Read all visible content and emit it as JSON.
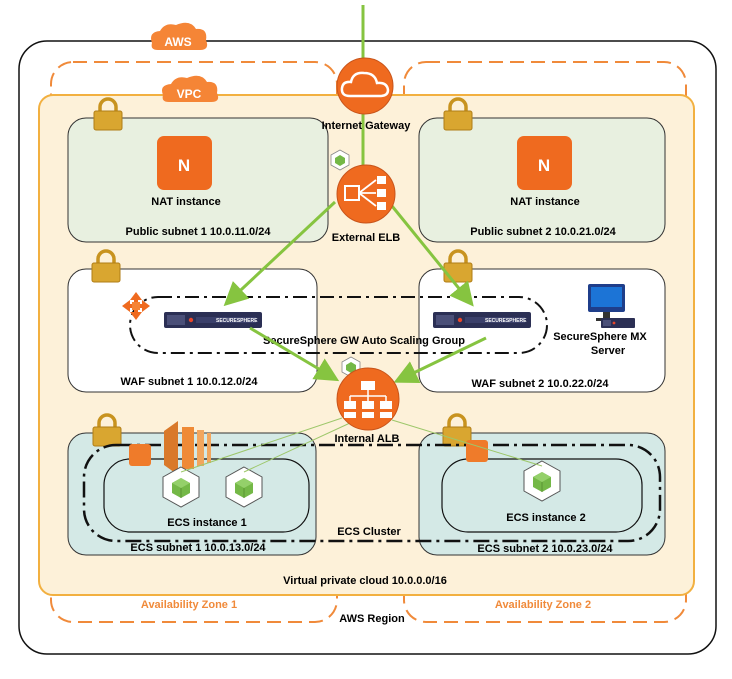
{
  "tags": {
    "aws": "AWS",
    "vpc": "VPC"
  },
  "region": {
    "label": "AWS Region"
  },
  "vpc": {
    "label": "Virtual private cloud 10.0.0.0/16"
  },
  "zones": [
    {
      "label": "Availability Zone 1"
    },
    {
      "label": "Availability Zone 2"
    }
  ],
  "gateway": {
    "label": "Internet Gateway"
  },
  "external_elb": {
    "label": "External ELB"
  },
  "internal_alb": {
    "label": "Internal ALB"
  },
  "nat": [
    {
      "label": "NAT instance",
      "badge": "N"
    },
    {
      "label": "NAT instance",
      "badge": "N"
    }
  ],
  "subnets": {
    "public1": "Public subnet 1 10.0.11.0/24",
    "public2": "Public subnet 2 10.0.21.0/24",
    "waf1": "WAF subnet 1 10.0.12.0/24",
    "waf2": "WAF subnet 2 10.0.22.0/24",
    "ecs1": "ECS subnet 1 10.0.13.0/24",
    "ecs2": "ECS subnet 2 10.0.23.0/24"
  },
  "asg": {
    "label": "SecureSphere GW Auto Scaling Group"
  },
  "mx": {
    "label_line1": "SecureSphere MX",
    "label_line2": "Server"
  },
  "appliance": {
    "text": "SECURESPHERE"
  },
  "ecs": {
    "cluster_label": "ECS Cluster",
    "instance1": "ECS instance 1",
    "instance2": "ECS instance 2"
  },
  "colors": {
    "orange": "#f08a3a",
    "aws_orange": "#f58536",
    "vpc_fill": "#fdf1d9",
    "subnet_green": "#e8f0e0",
    "ecs_teal": "#d4e9e6",
    "lock_gold": "#d9a630",
    "arrow_green": "#86c440",
    "line_green": "#9dc76a",
    "appliance_navy": "#2b2f54"
  },
  "icons": {
    "gateway": "cloud-icon",
    "elb": "load-balancer-icon",
    "alb": "network-hierarchy-icon",
    "nat": "nat-badge-icon",
    "lock": "padlock-icon",
    "ecs_service": "ecs-service-icon",
    "container": "cube-icon",
    "mx": "monitor-icon",
    "autoscale": "arrows-expand-icon",
    "ec2": "ec2-instance-icon"
  }
}
